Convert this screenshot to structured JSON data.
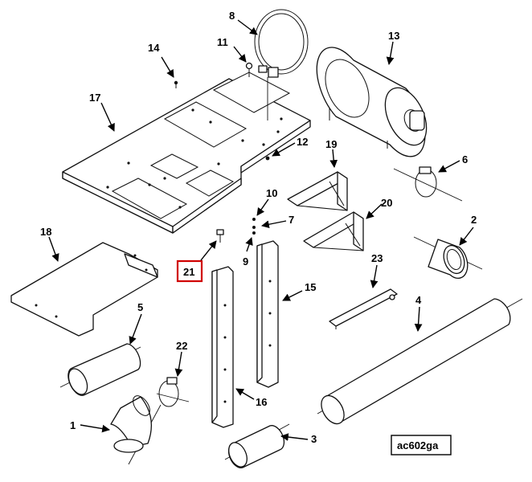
{
  "diagram": {
    "reference_code": "ac602ga",
    "highlighted_callout": "21",
    "highlight_color": "#d00000",
    "callouts": [
      "1",
      "2",
      "3",
      "4",
      "5",
      "6",
      "7",
      "8",
      "9",
      "10",
      "11",
      "12",
      "13",
      "14",
      "15",
      "16",
      "17",
      "18",
      "19",
      "20",
      "21",
      "22",
      "23"
    ]
  }
}
